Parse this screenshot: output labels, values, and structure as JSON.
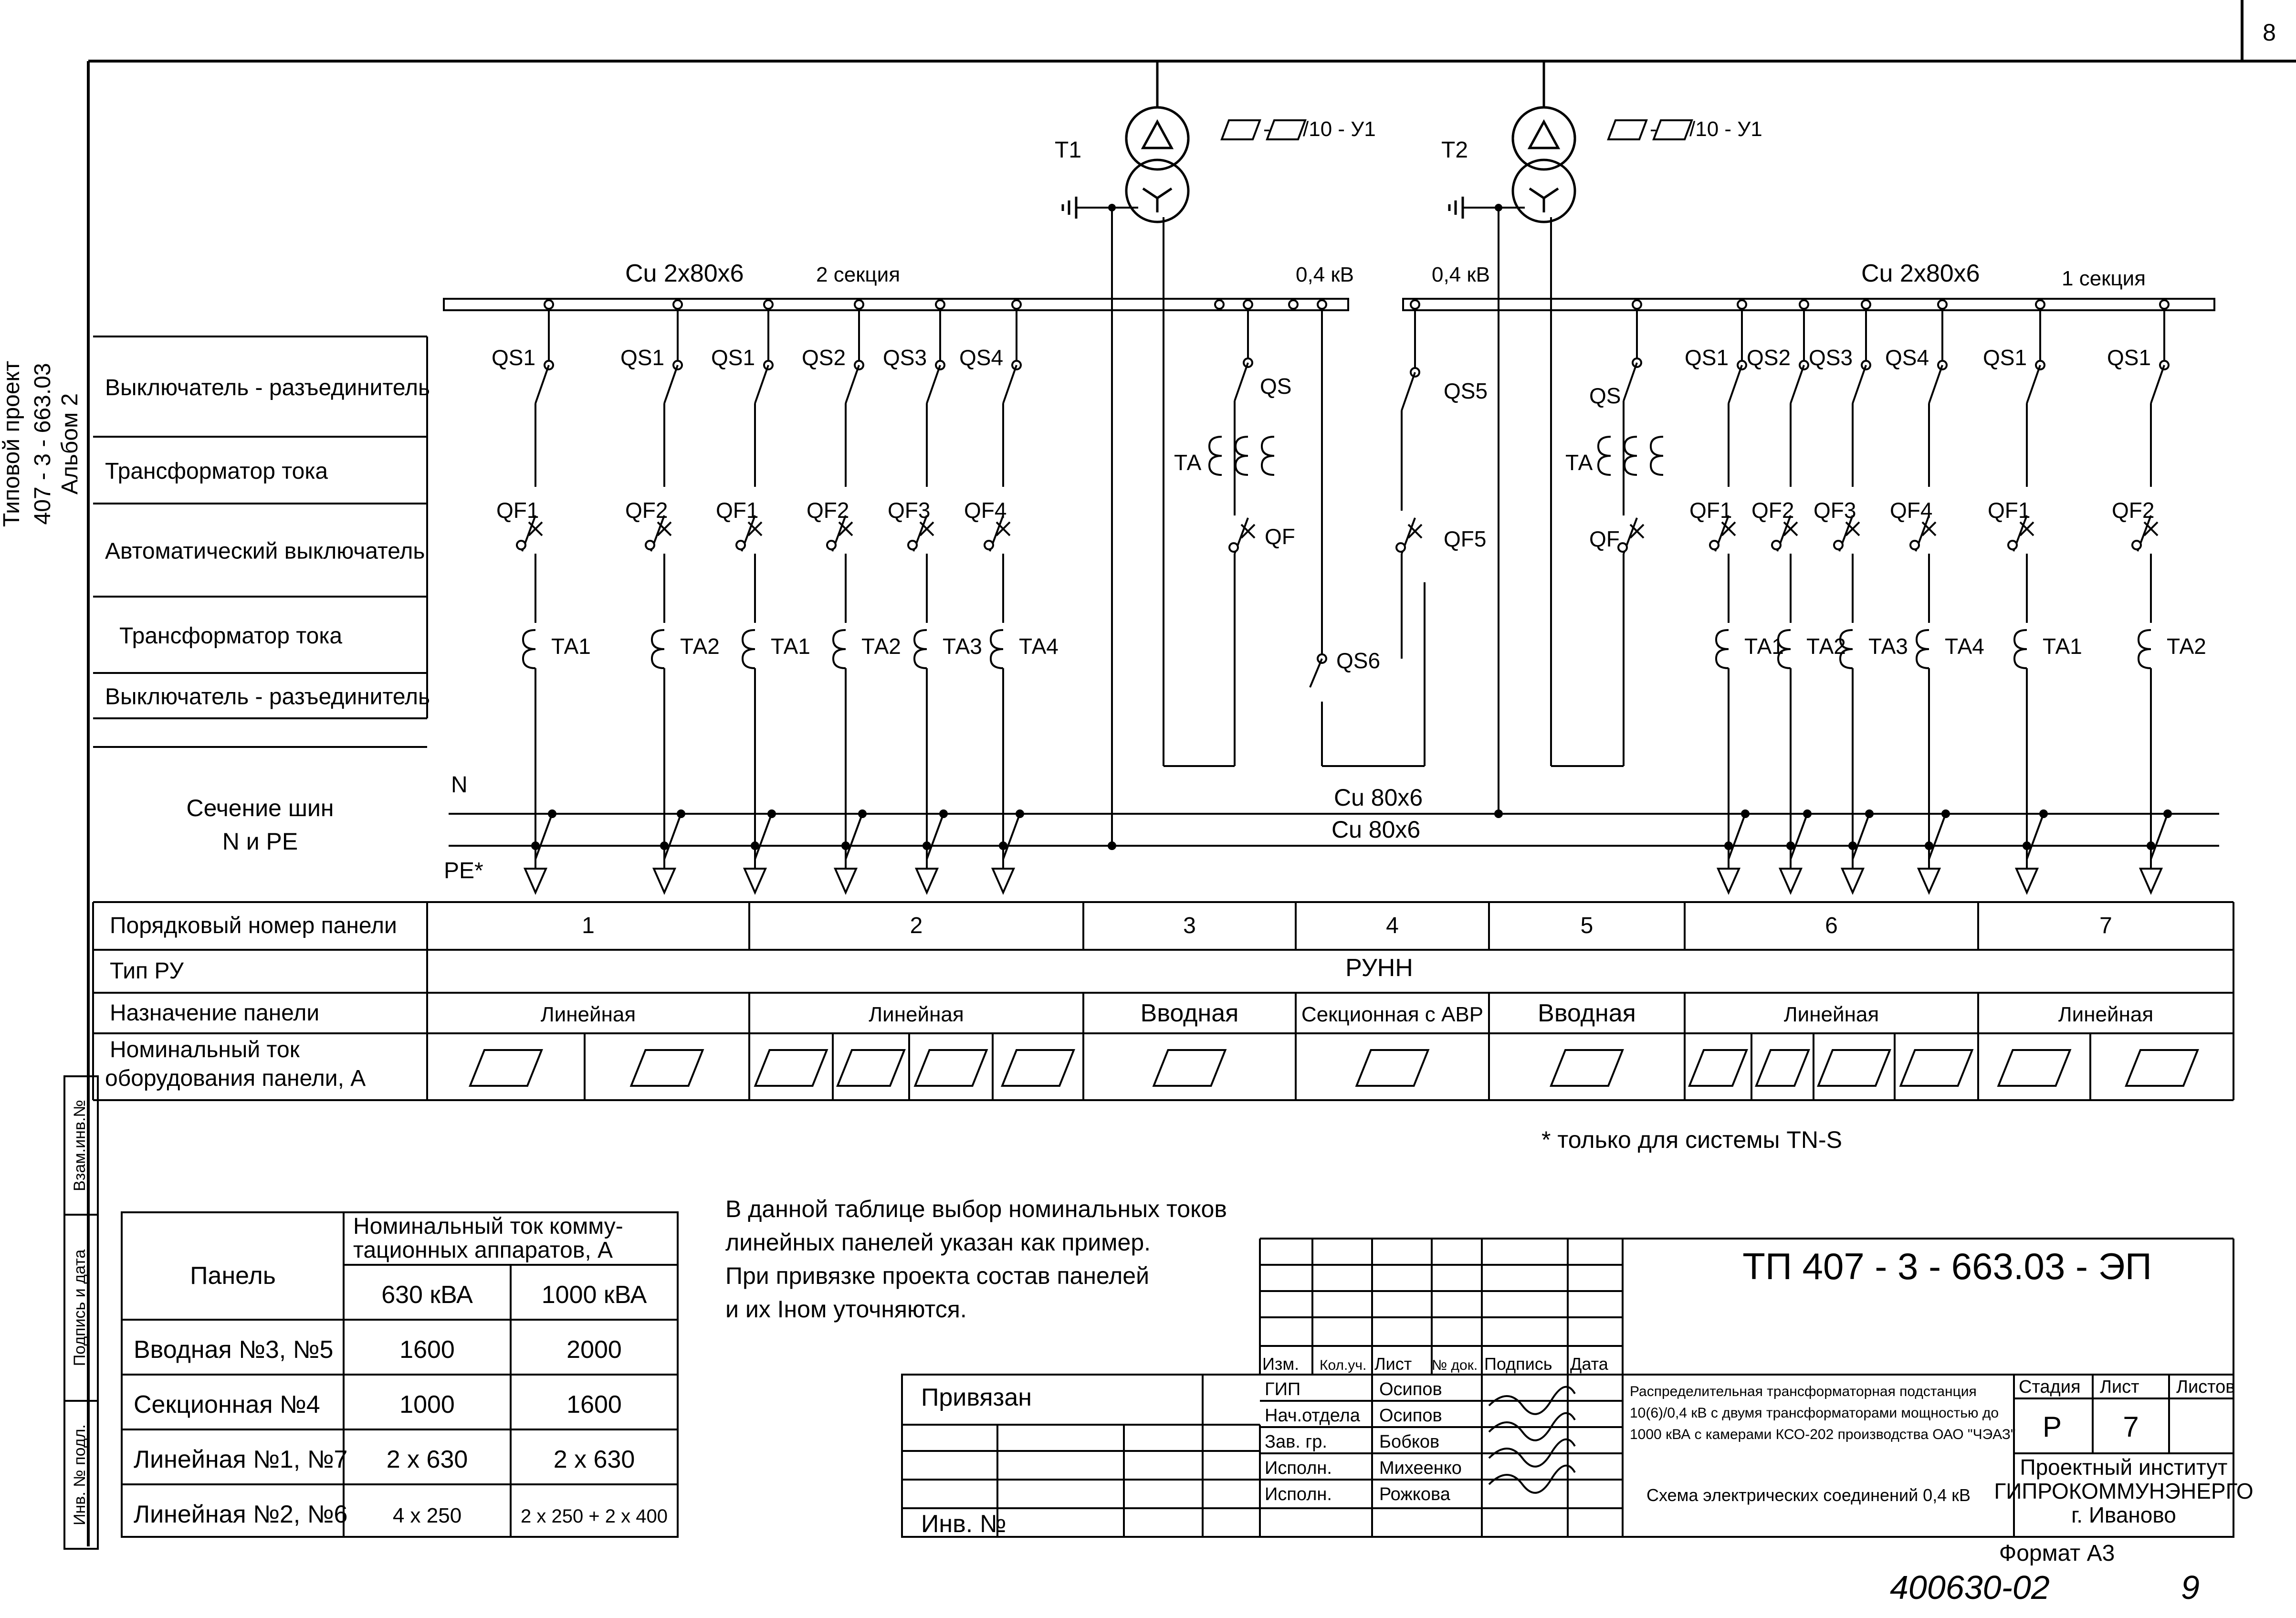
{
  "sheet": {
    "number": "8",
    "bottom_stamp": "400630-02",
    "bottom_stamp_page": "9",
    "format": "Формат А3"
  },
  "side": {
    "project_type": "Типовой проект",
    "project_code": "407 - 3 - 663.03",
    "album": "Альбом 2",
    "stamp_cells": [
      "Взам.инв.№",
      "Подпись и дата",
      "Инв. № подл."
    ]
  },
  "transformers": [
    {
      "label": "Т1",
      "rating": "/10 - У1"
    },
    {
      "label": "Т2",
      "rating": "/10 - У1"
    }
  ],
  "buses": {
    "left_material": "Cu  2х80х6",
    "left_section": "2 секция",
    "left_voltage": "0,4 кВ",
    "right_voltage": "0,4 кВ",
    "right_material": "Cu  2х80х6",
    "right_section": "1 секция"
  },
  "row_labels": [
    "Выключатель - разъединитель",
    "Трансформатор тока",
    "Автоматический выключатель",
    "Трансформатор тока",
    "Выключатель - разъединитель"
  ],
  "neutral": {
    "label": "Сечение шин\nN  и PE",
    "n": "N",
    "pe": "PE*",
    "n_size": "Cu  80х6",
    "pe_size": "Cu  80х6"
  },
  "feeders": {
    "left": [
      {
        "qs": "QS1",
        "qf": "QF1",
        "ta": "ТА1"
      },
      {
        "qs": "QS1",
        "qf": "QF2",
        "ta": "ТА2"
      },
      {
        "qs": "QS1",
        "qf": "QF1",
        "ta": "ТА1"
      },
      {
        "qs": "QS2",
        "qf": "QF2",
        "ta": "ТА2"
      },
      {
        "qs": "QS3",
        "qf": "QF3",
        "ta": "ТА3"
      },
      {
        "qs": "QS4",
        "qf": "QF4",
        "ta": "ТА4"
      }
    ],
    "right": [
      {
        "qs": "QS1",
        "qf": "QF1",
        "ta": "ТА1"
      },
      {
        "qs": "QS2",
        "qf": "QF2",
        "ta": "ТА2"
      },
      {
        "qs": "QS3",
        "qf": "QF3",
        "ta": "ТА3"
      },
      {
        "qs": "QS4",
        "qf": "QF4",
        "ta": "ТА4"
      },
      {
        "qs": "QS1",
        "qf": "QF1",
        "ta": "ТА1"
      },
      {
        "qs": "QS1",
        "qf": "QF2",
        "ta": "ТА2"
      }
    ],
    "in1": {
      "qs": "QS",
      "ta": "ТА",
      "qf": "QF"
    },
    "sect": {
      "qs": "QS5",
      "qf": "QF5",
      "qs2": "QS6"
    },
    "in2": {
      "qs": "QS",
      "ta": "ТА",
      "qf": "QF"
    }
  },
  "panel_table": {
    "row_headers": [
      "Порядковый номер панели",
      "Тип РУ",
      "Назначение панели",
      "Номинальный ток\nоборудования панели, А"
    ],
    "numbers": [
      "1",
      "2",
      "3",
      "4",
      "5",
      "6",
      "7"
    ],
    "ru_type": "РУНН",
    "purposes": [
      "Линейная",
      "Линейная",
      "Вводная",
      "Секционная с АВР",
      "Вводная",
      "Линейная",
      "Линейная"
    ]
  },
  "note": "* только для системы TN-S",
  "example_note": [
    "В данной таблице выбор номинальных токов",
    "линейных панелей указан как пример.",
    "При привязке проекта состав панелей",
    "и их Iном уточняются."
  ],
  "current_table": {
    "header_panel": "Панель",
    "header_current": "Номинальный ток комму-\nтационных аппаратов, А",
    "cols": [
      "630 кВА",
      "1000 кВА"
    ],
    "rows": [
      [
        "Вводная №3, №5",
        "1600",
        "2000"
      ],
      [
        "Секционная №4",
        "1000",
        "1600"
      ],
      [
        "Линейная №1, №7",
        "2 х 630",
        "2 х 630"
      ],
      [
        "Линейная №2, №6",
        "4 х  250",
        "2 х 250 + 2 х 400"
      ]
    ]
  },
  "title_block": {
    "code": "ТП  407 - 3 - 663.03  -  ЭП",
    "tied": "Привязан",
    "inv": "Инв. №",
    "col_heads": [
      "Изм.",
      "Кол.уч.",
      "Лист",
      "№ док.",
      "Подпись",
      "Дата"
    ],
    "roles": [
      "ГИП",
      "Нач.отдела",
      "Зав. гр.",
      "Исполн.",
      "Исполн."
    ],
    "names": [
      "Осипов",
      "Осипов",
      "Бобков",
      "Михеенко",
      "Рожкова"
    ],
    "description": [
      "Распределительная трансформаторная подстанция",
      "10(6)/0,4 кВ с двумя трансформаторами мощностью до",
      "1000 кВА с камерами КСО-202 производства ОАО \"ЧЭАЗ\""
    ],
    "sheet_title": "Схема  электрических соединений 0,4 кВ",
    "stage_heads": [
      "Стадия",
      "Лист",
      "Листов"
    ],
    "stage": "Р",
    "sheet": "7",
    "org": [
      "Проектный институт",
      "ГИПРОКОММУНЭНЕРГО",
      "г. Иваново"
    ]
  }
}
